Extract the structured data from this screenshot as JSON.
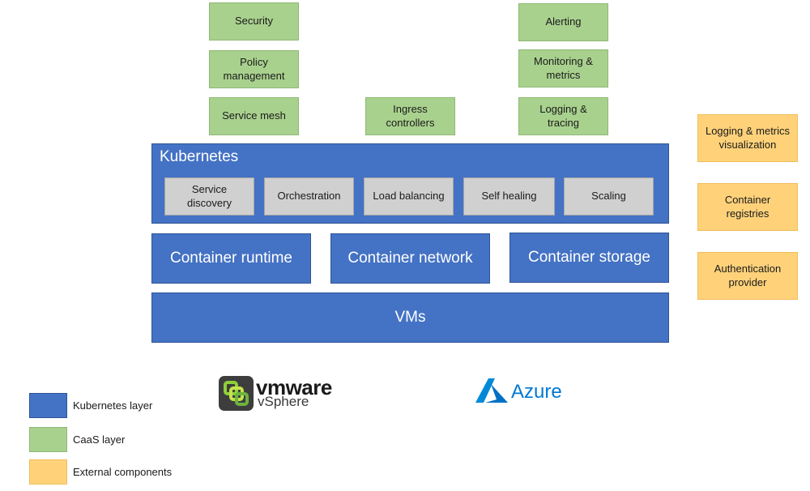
{
  "caas_layer": {
    "security": "Security",
    "policy_management": "Policy\nmanagement",
    "service_mesh": "Service mesh",
    "ingress_controllers": "Ingress\ncontrollers",
    "alerting": "Alerting",
    "monitoring_metrics": "Monitoring &\nmetrics",
    "logging_tracing": "Logging &\ntracing"
  },
  "kubernetes": {
    "title": "Kubernetes",
    "components": [
      "Service\ndiscovery",
      "Orchestration",
      "Load balancing",
      "Self healing",
      "Scaling"
    ]
  },
  "infrastructure": {
    "container_runtime": "Container runtime",
    "container_network": "Container network",
    "container_storage": "Container storage",
    "vms": "VMs"
  },
  "external_components": [
    "Logging & metrics\nvisualization",
    "Container\nregistries",
    "Authentication\nprovider"
  ],
  "legend": [
    {
      "label": "Kubernetes layer",
      "color": "#4472c4"
    },
    {
      "label": "CaaS layer",
      "color": "#a9d18e"
    },
    {
      "label": "External components",
      "color": "#ffd27a"
    }
  ],
  "logos": {
    "vmware_wordmark": "vmware",
    "vmware_product": "vSphere",
    "azure": "Azure"
  },
  "icons": [
    "vmware-vsphere-logo-icon",
    "azure-logo-icon"
  ]
}
